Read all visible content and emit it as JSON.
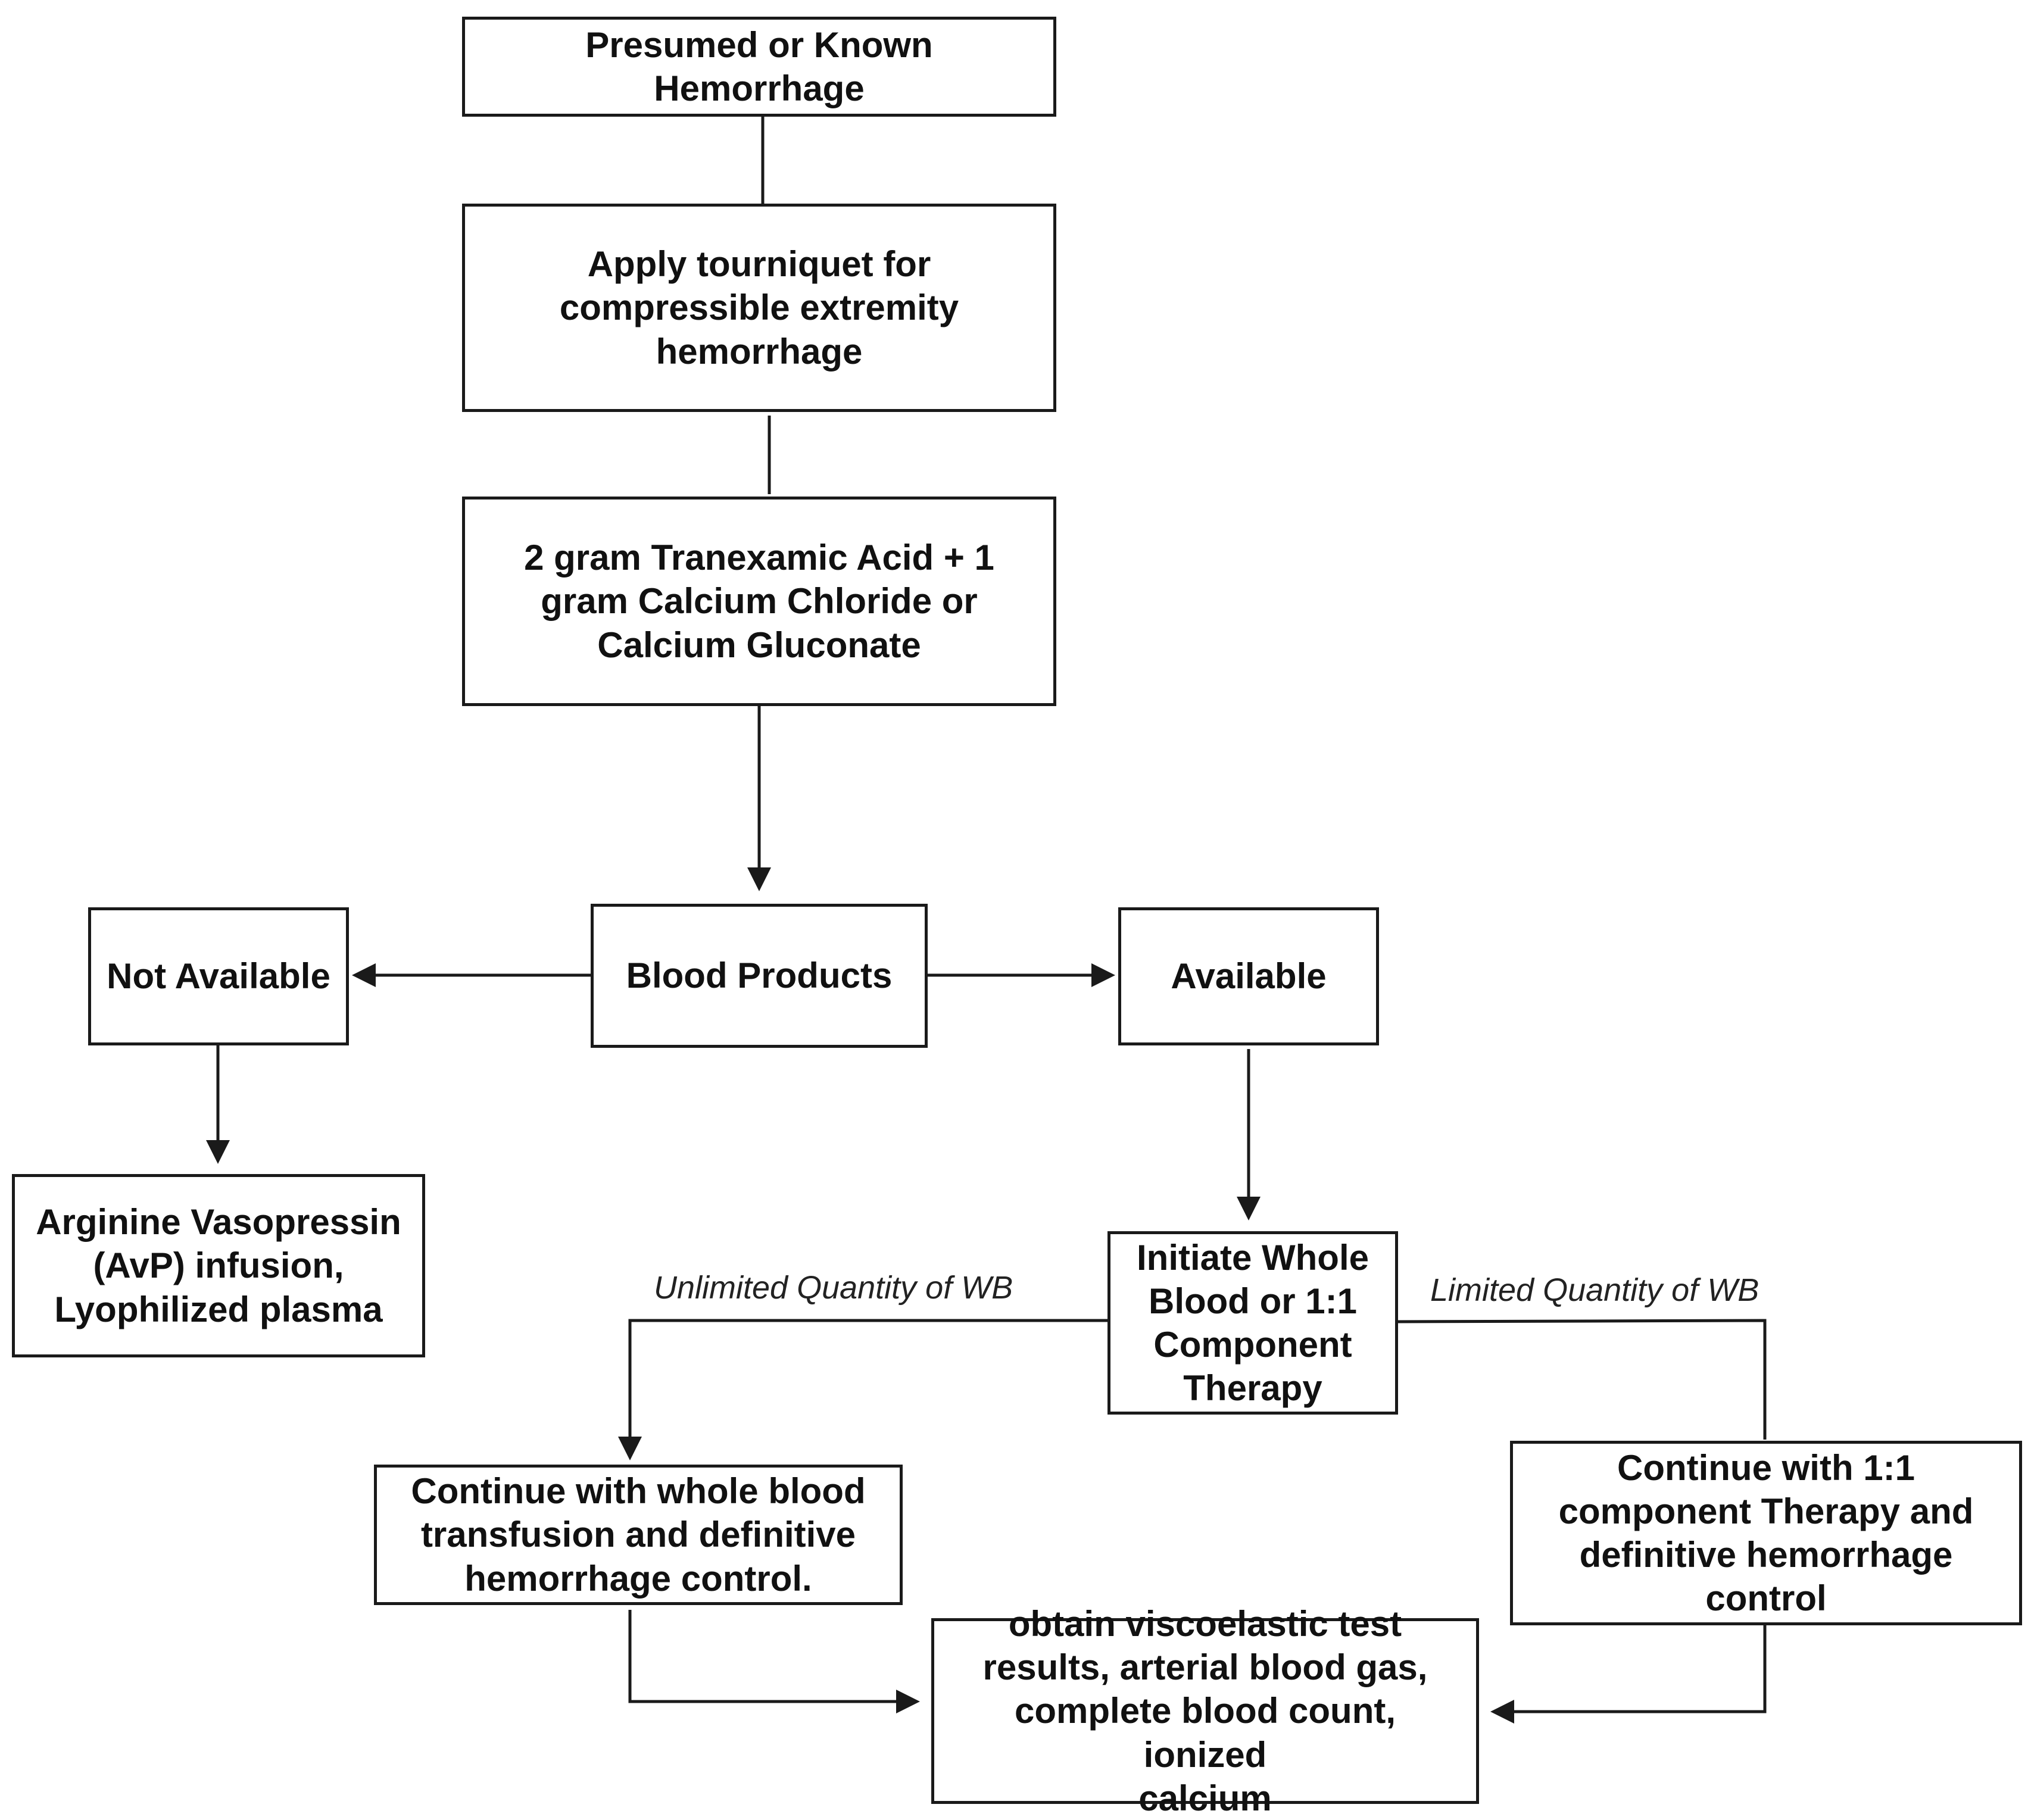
{
  "nodes": {
    "hemorrhage": "Presumed or Known\nHemorrhage",
    "tourniquet": "Apply tourniquet for\ncompressible extremity\nhemorrhage",
    "txa": "2 gram Tranexamic Acid + 1\ngram Calcium Chloride or\nCalcium Gluconate",
    "blood_products": "Blood Products",
    "not_available": "Not Available",
    "available": "Available",
    "avp": "Arginine Vasopressin\n(AvP) infusion,\nLyophilized plasma",
    "initiate": "Initiate Whole\nBlood or 1:1\nComponent\nTherapy",
    "continue_wb": "Continue with whole blood\ntransfusion and definitive\nhemorrhage control.",
    "continue_component": "Continue with 1:1\ncomponent Therapy and\ndefinitive hemorrhage\ncontrol",
    "labs": "obtain viscoelastic test\nresults, arterial blood gas,\ncomplete blood count, ionized\ncalcium"
  },
  "edge_labels": {
    "unlimited": "Unlimited Quantity of WB",
    "limited": "Limited Quantity of WB"
  },
  "edges": [
    {
      "from": "hemorrhage",
      "to": "tourniquet",
      "arrow": false
    },
    {
      "from": "tourniquet",
      "to": "txa",
      "arrow": false
    },
    {
      "from": "txa",
      "to": "blood_products",
      "arrow": true
    },
    {
      "from": "blood_products",
      "to": "not_available",
      "arrow": true
    },
    {
      "from": "blood_products",
      "to": "available",
      "arrow": true
    },
    {
      "from": "not_available",
      "to": "avp",
      "arrow": true
    },
    {
      "from": "available",
      "to": "initiate",
      "arrow": true
    },
    {
      "from": "initiate",
      "to": "continue_wb",
      "arrow": true,
      "label": "unlimited"
    },
    {
      "from": "initiate",
      "to": "continue_component",
      "arrow": false,
      "label": "limited"
    },
    {
      "from": "continue_wb",
      "to": "labs",
      "arrow": true
    },
    {
      "from": "continue_component",
      "to": "labs",
      "arrow": true
    }
  ],
  "colors": {
    "line": "#1a1a1a",
    "text": "#111111",
    "background": "#ffffff"
  }
}
